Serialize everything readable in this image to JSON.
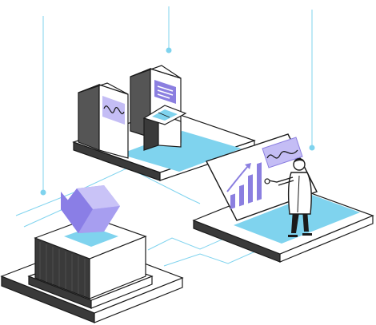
{
  "palette": {
    "ink": "#1a1a1a",
    "dark_side": "#3a3a3a",
    "hatch": "#555555",
    "platform_top": "#ffffff",
    "platform_fill": "#7fd3ee",
    "connector_line": "#7fd3ee",
    "accent_purple": "#8b7fe0",
    "accent_purple_light": "#c4bdf5",
    "cube_left": "#8a7ee6",
    "cube_right": "#a79ef0",
    "cube_top": "#c9c3f7"
  },
  "icons": {
    "servers": "server-rack-icon",
    "terminal": "kiosk-terminal-icon",
    "cube": "isometric-cube-icon",
    "presenter": "person-presenting-icon",
    "bar_chart": "bar-chart-icon",
    "wave_chart": "waveform-chart-icon"
  },
  "presentation": {
    "bars": [
      0.38,
      0.55,
      0.75,
      1.0
    ]
  }
}
